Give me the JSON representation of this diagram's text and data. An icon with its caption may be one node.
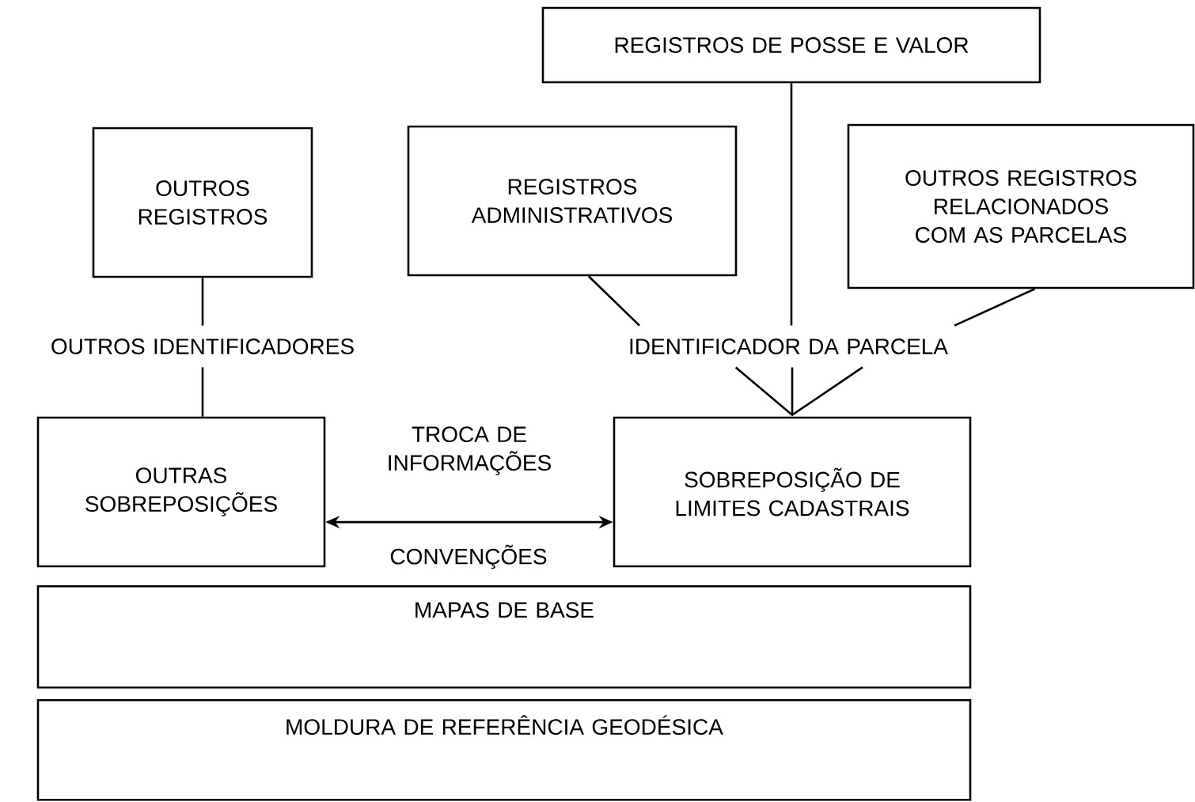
{
  "diagram": {
    "nodes": [
      {
        "text": [
          "REGISTROS DE POSSE E VALOR"
        ]
      },
      {
        "text": [
          "OUTROS REGISTROS"
        ]
      },
      {
        "text": [
          "REGISTROS ADMINISTRATIVOS"
        ]
      },
      {
        "text": [
          "OUTROS REGISTROS RELACIONADOS COM AS PARCELAS"
        ]
      },
      {
        "text": [
          "OUTROS IDENTIFICADORES"
        ]
      },
      {
        "text": [
          "IDENTIFICADOR DA PARCELA"
        ]
      },
      {
        "text": [
          "OUTRAS SOBREPOSIÇÕES"
        ]
      },
      {
        "text": [
          "SOBREPOSIÇÃO DE LIMITES CADASTRAIS"
        ]
      },
      {
        "text": [
          "MAPAS DE BASE"
        ]
      },
      {
        "text": [
          "MOLDURA DE REFERÊNCIA GEODÉSICA"
        ]
      }
    ],
    "edges": [
      {
        "from": 1,
        "to": 4,
        "arrow": "none"
      },
      {
        "from": 4,
        "to": 6,
        "arrow": "none"
      },
      {
        "from": 2,
        "to": 5,
        "arrow": "none"
      },
      {
        "from": 0,
        "to": 5,
        "arrow": "none"
      },
      {
        "from": 3,
        "to": 5,
        "arrow": "none"
      },
      {
        "from": 5,
        "to": 7,
        "arrow": "none"
      },
      {
        "from": 6,
        "to": 7,
        "arrow": "both",
        "label": "TROCA DE INFORMAÇÕES"
      }
    ],
    "labels": [
      "CONVENÇÕES"
    ]
  }
}
